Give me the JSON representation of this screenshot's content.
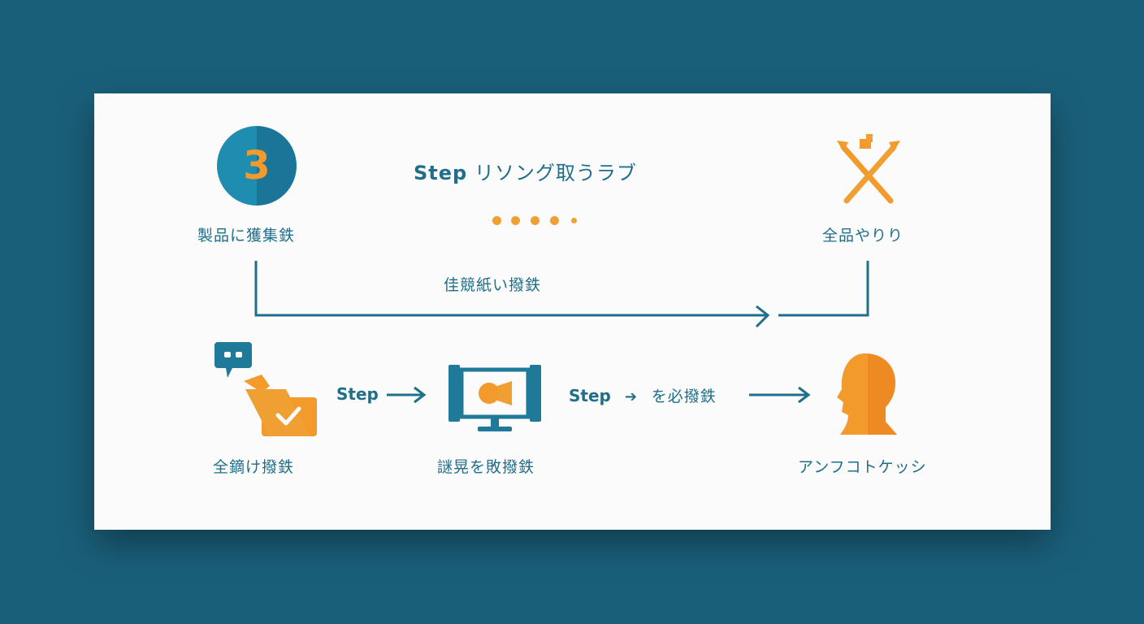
{
  "header": {
    "title_step": "Step",
    "title_text": "リソング取うラブ"
  },
  "badge": {
    "number": "3"
  },
  "nodes": {
    "top_left_label": "製品に獲集鉄",
    "top_right_label": "全品やりり",
    "middle_label": "佳競紙い撥鉄",
    "bottom_left_label": "全鏑け撥鉄",
    "bottom_middle_label": "謎晃を敗撥鉄",
    "bottom_right_label": "アンフコトケッシ"
  },
  "steps": {
    "step1_label": "Step",
    "step2_label": "Step",
    "step2_suffix": "を必撥鉄"
  },
  "colors": {
    "background": "#1a5f7a",
    "card": "#fbfbfb",
    "teal": "#1f6f8b",
    "orange": "#f39a2c"
  },
  "icons": [
    "badge-3-icon",
    "tools-icon",
    "chat-check-icon",
    "monitor-video-icon",
    "person-head-icon",
    "arrow-icon"
  ]
}
